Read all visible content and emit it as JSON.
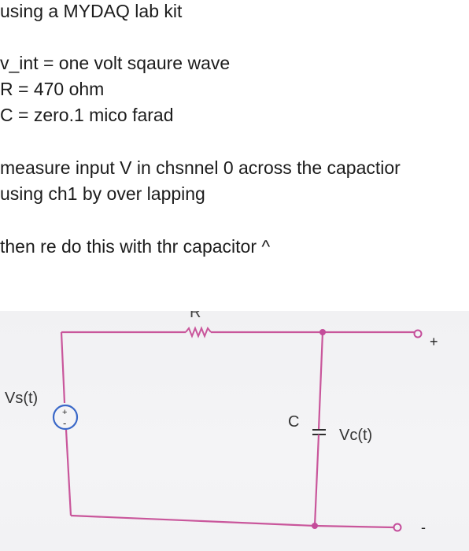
{
  "notes": {
    "lines": [
      "using a MYDAQ lab kit",
      "v_int = one volt sqaure wave",
      "R = 470 ohm",
      "C = zero.1 mico farad",
      "measure input V in chsnnel 0  across the capactior",
      "using ch1 by over lapping",
      "then re do this with thr capacitor ^"
    ]
  },
  "circuit": {
    "resistor_label": "R",
    "source_label": "Vs(t)",
    "capacitor_label": "C",
    "capacitor_voltage_label": "Vc(t)",
    "positive_terminal": "+",
    "negative_terminal": "-",
    "source_plus": "+",
    "source_minus": "-",
    "wire_color": "#c9569b",
    "node_color": "#c44c9a",
    "background_color": "#f2f2f4"
  }
}
